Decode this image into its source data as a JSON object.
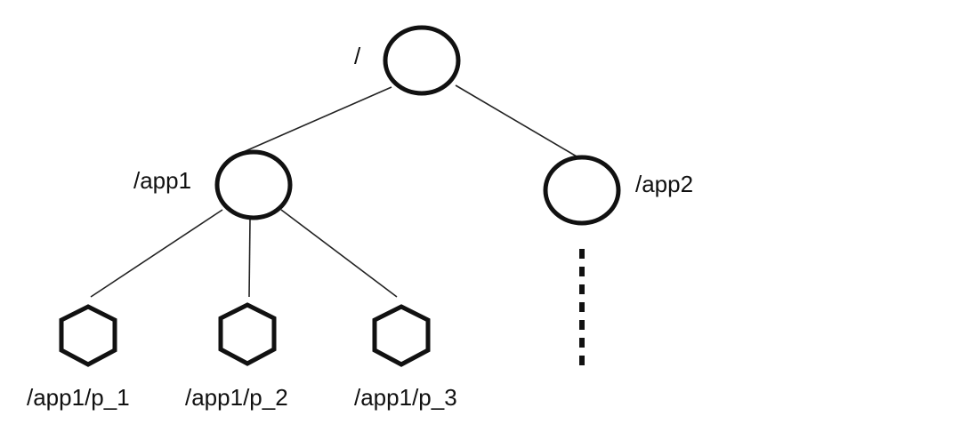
{
  "tree": {
    "root": {
      "label": "/"
    },
    "app1": {
      "label": "/app1"
    },
    "app2": {
      "label": "/app2"
    },
    "p1": {
      "label": "/app1/p_1"
    },
    "p2": {
      "label": "/app1/p_2"
    },
    "p3": {
      "label": "/app1/p_3"
    }
  }
}
